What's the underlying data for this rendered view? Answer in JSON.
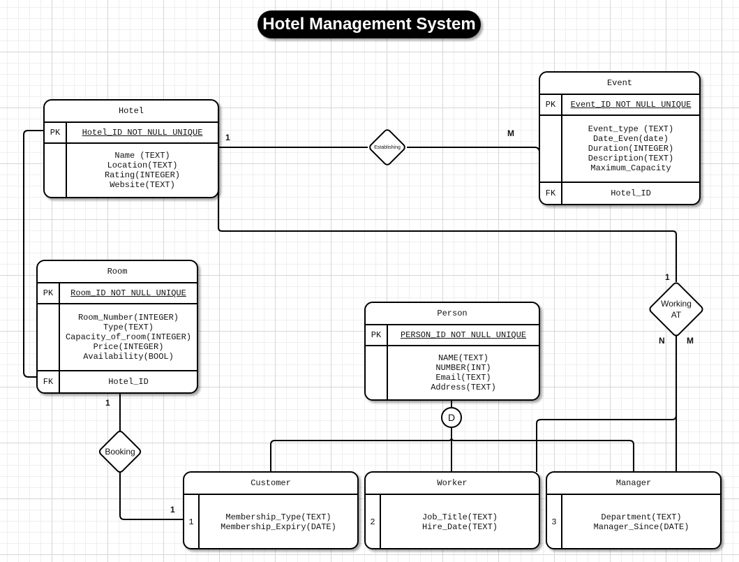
{
  "title": "Hotel Management System",
  "entities": {
    "hotel": {
      "name": "Hotel",
      "pk_label": "PK",
      "pk": "Hotel_ID NOT NULL UNIQUE",
      "attrs": [
        "Name (TEXT)",
        "Location(TEXT)",
        "Rating(INTEGER)",
        "Website(TEXT)"
      ]
    },
    "event": {
      "name": "Event",
      "pk_label": "PK",
      "pk": "Event_ID NOT NULL UNIQUE",
      "attrs": [
        "Event_type (TEXT)",
        "Date_Even(date)",
        "Duration(INTEGER)",
        "Description(TEXT)",
        "Maximum_Capacity"
      ],
      "fk_label": "FK",
      "fk": "Hotel_ID"
    },
    "room": {
      "name": "Room",
      "pk_label": "PK",
      "pk": "Room_ID NOT NULL UNIQUE",
      "attrs": [
        "Room_Number(INTEGER)",
        "Type(TEXT)",
        "Capacity_of_room(INTEGER)",
        "Price(INTEGER)",
        "Availability(BOOL)"
      ],
      "fk_label": "FK",
      "fk": "Hotel_ID"
    },
    "person": {
      "name": "Person",
      "pk_label": "PK",
      "pk": "PERSON_ID NOT NULL UNIQUE",
      "attrs": [
        "NAME(TEXT)",
        "NUMBER(INT)",
        "Email(TEXT)",
        "Address(TEXT)"
      ]
    },
    "customer": {
      "name": "Customer",
      "key": "1",
      "attrs": [
        "Membership_Type(TEXT)",
        "Membership_Expiry(DATE)"
      ]
    },
    "worker": {
      "name": "Worker",
      "key": "2",
      "attrs": [
        "Job_Title(TEXT)",
        "Hire_Date(TEXT)"
      ]
    },
    "manager": {
      "name": "Manager",
      "key": "3",
      "attrs": [
        "Department(TEXT)",
        "Manager_Since(DATE)"
      ]
    }
  },
  "relationships": {
    "establishing": "Establishing",
    "working_at": "Working AT",
    "booking": "Booking"
  },
  "disjoint": "D",
  "cardinalities": {
    "hotel_event_1": "1",
    "hotel_event_m": "M",
    "working_1": "1",
    "working_n": "N",
    "working_m": "M",
    "booking_room": "1",
    "booking_customer": "1"
  }
}
